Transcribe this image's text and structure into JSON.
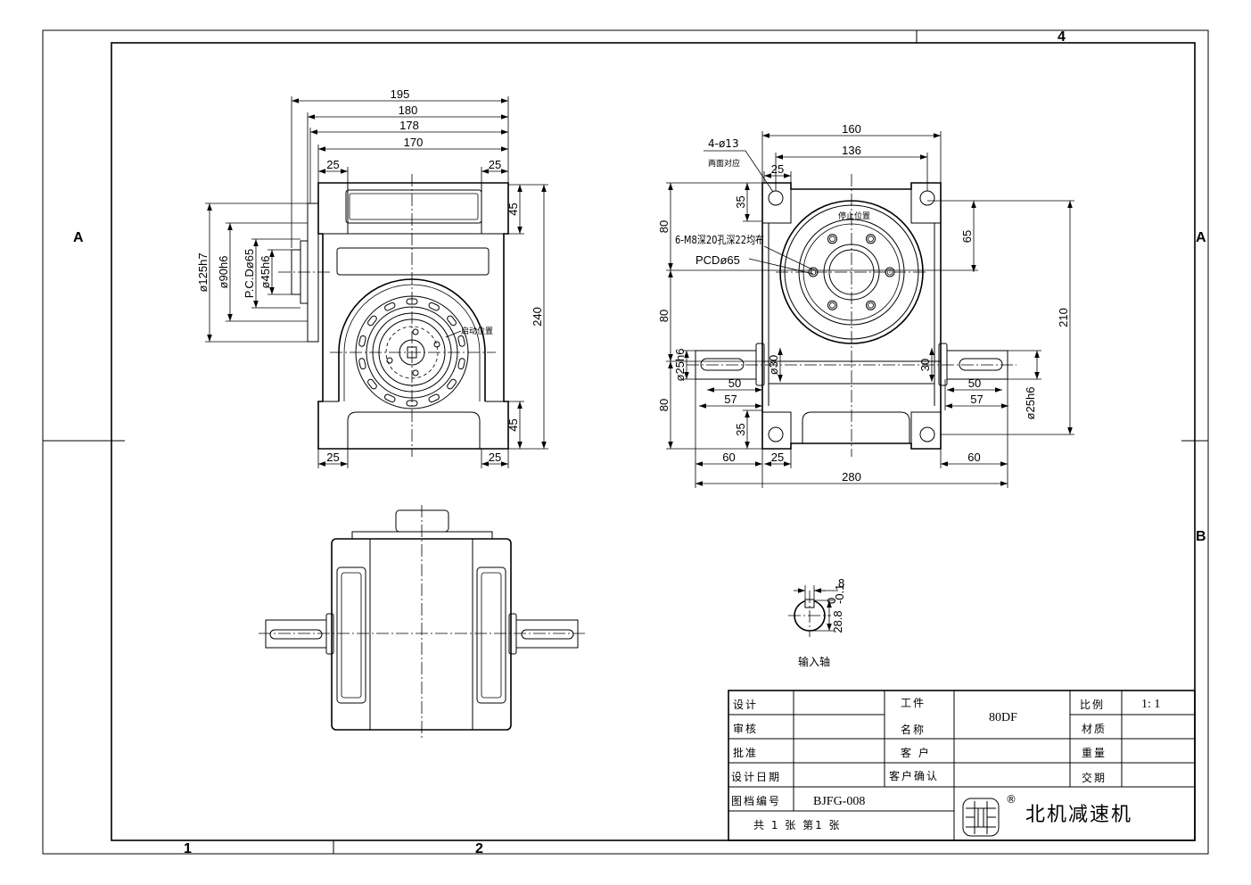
{
  "drawing_frame": {
    "zone_top_4": "4",
    "zone_left_a": "A",
    "zone_right_a": "A",
    "zone_right_b": "B",
    "zone_bottom_1": "1",
    "zone_bottom_2": "2"
  },
  "front_view": {
    "dim_195": "195",
    "dim_180": "180",
    "dim_178": "178",
    "dim_170": "170",
    "dim_25_top_left": "25",
    "dim_25_top_right": "25",
    "dim_45_top": "45",
    "dim_240": "240",
    "dim_45_bottom": "45",
    "dim_d125": "ø125h7",
    "dim_d90": "ø90h6",
    "dim_pcd": "P.C.Dø65",
    "dim_d45": "ø45h6",
    "dim_25_bottom_left": "25",
    "dim_25_bottom_right": "25",
    "start_position": "启动位置"
  },
  "side_view": {
    "dim_160": "160",
    "dim_136": "136",
    "dim_25_top": "25",
    "mount_holes": "4-ø13",
    "mount_holes_note": "两面对应",
    "tapped_holes": "6-M8深20孔深22均布",
    "pcd": "PCDø65",
    "stop_position": "停止位置",
    "dim_80_upper": "80",
    "dim_80_middle": "80",
    "dim_80_lower": "80",
    "dim_35_upper": "35",
    "dim_35_lower": "35",
    "dim_d25_left": "ø25h6",
    "dim_d30_left": "ø30",
    "dim_50_left": "50",
    "dim_57_left": "57",
    "dim_60_left": "60",
    "dim_25_bottom": "25",
    "dim_280": "280",
    "dim_65": "65",
    "dim_210": "210",
    "dim_30_right": "30",
    "dim_50_right": "50",
    "dim_57_right": "57",
    "dim_d25_right": "ø25h6",
    "dim_60_right": "60"
  },
  "shaft_detail": {
    "key_width": "8",
    "key_depth": "28.8",
    "key_depth_tol_upper": "0",
    "key_depth_tol_lower": "-0.1",
    "caption": "输入轴"
  },
  "title_block": {
    "design": "设计",
    "review": "审核",
    "approve": "批准",
    "design_date": "设计日期",
    "drawing_no_label": "图档编号",
    "drawing_no": "BJFG-008",
    "sheets": "共 1 张 第1 张",
    "part_label_line1": "工件",
    "part_label_line2": "名称",
    "part_name": "80DF",
    "customer": "客 户",
    "customer_confirm": "客户确认",
    "scale_label": "比例",
    "scale": "1: 1",
    "material": "材质",
    "weight": "重量",
    "delivery": "交期",
    "registered_mark": "®",
    "company": "北机减速机"
  }
}
